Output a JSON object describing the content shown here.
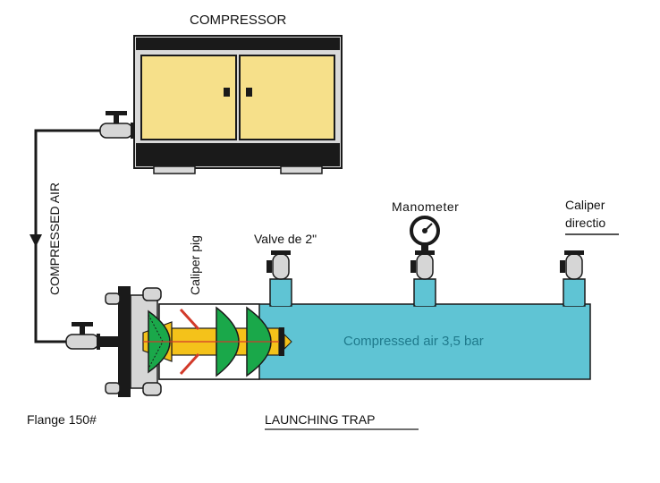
{
  "labels": {
    "compressor": "COMPRESSOR",
    "compressed_air_line": "COMPRESSED AIR",
    "caliper_pig": "Caliper pig",
    "valve": "Valve de 2\"",
    "manometer": "Manometer",
    "caliper_direction_line1": "Caliper",
    "caliper_direction_line2": "directio",
    "compressed_air_pressure": "Compressed air 3,5 bar",
    "flange": "Flange 150#",
    "launching_trap": "LAUNCHING TRAP"
  },
  "colors": {
    "cabinet_yellow": "#f6e08a",
    "cabinet_dark": "#1a1a1a",
    "trap_cyan": "#5fc4d4",
    "pig_green": "#1aa84a",
    "pig_body_yellow": "#f4c21a",
    "outline": "#1a1a1a"
  },
  "icons": [
    "valve-icon",
    "manometer-icon",
    "flange-icon",
    "arrow-down-icon"
  ]
}
